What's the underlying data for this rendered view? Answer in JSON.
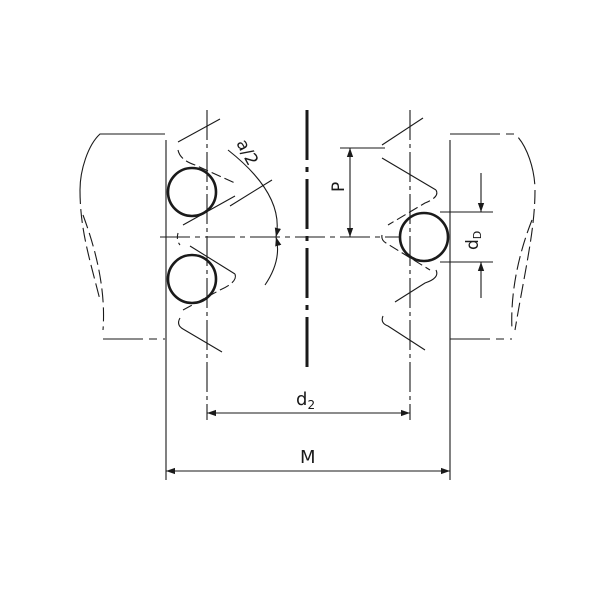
{
  "labels": {
    "half_angle": "a/2",
    "pitch": "P",
    "wire_diameter": "d",
    "wire_diameter_sub": "D",
    "pitch_diameter": "d",
    "pitch_diameter_sub": "2",
    "measurement": "M"
  },
  "colors": {
    "line": "#1a1a1a",
    "background": "#ffffff"
  }
}
